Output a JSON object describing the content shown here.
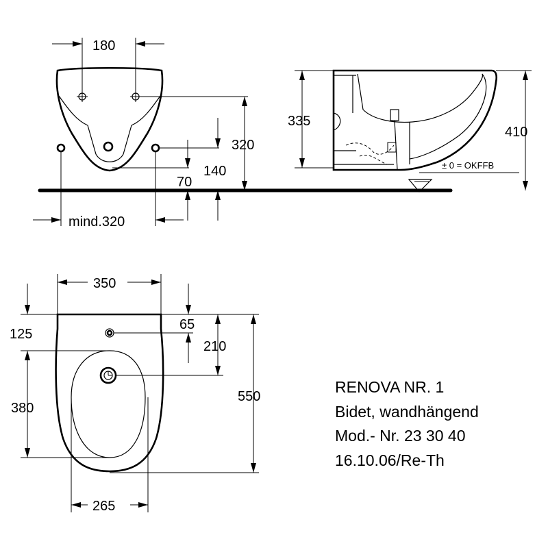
{
  "front_view": {
    "dims": {
      "d180": "180",
      "d320": "320",
      "d140": "140",
      "d70": "70",
      "mind320": "mind.320"
    }
  },
  "side_view": {
    "dims": {
      "d335": "335",
      "d410": "410"
    },
    "floor_label": "± 0 = OKFFB"
  },
  "top_view": {
    "dims": {
      "d350": "350",
      "d125": "125",
      "d65": "65",
      "d210": "210",
      "d380": "380",
      "d550": "550",
      "d265": "265"
    }
  },
  "info": {
    "line1": "RENOVA NR. 1",
    "line2": "Bidet, wandhängend",
    "line3": "Mod.- Nr. 23 30 40",
    "line4": "16.10.06/Re-Th"
  }
}
